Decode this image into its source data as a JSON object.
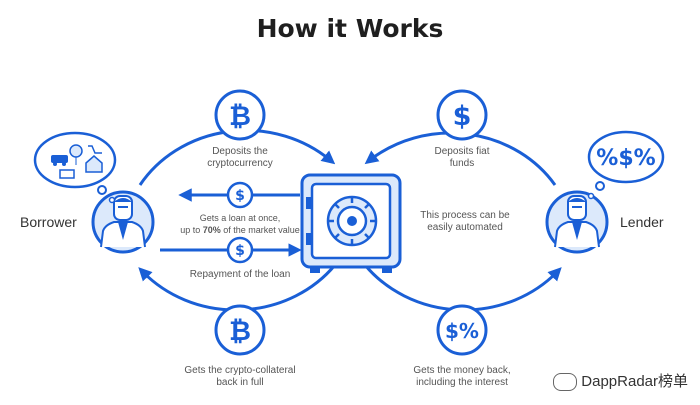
{
  "title": "How it Works",
  "roles": {
    "borrower": "Borrower",
    "lender": "Lender"
  },
  "steps": {
    "deposit_crypto": [
      "Deposits the",
      "cryptocurrency"
    ],
    "deposit_fiat": [
      "Deposits fiat",
      "funds"
    ],
    "loan": {
      "line1": "Gets a loan at once,",
      "line2_pre": "up to ",
      "line2_pct": "70%",
      "line2_post": " of the market value"
    },
    "repayment": "Repayment of the loan",
    "automation": [
      "This process can be",
      "easily automated"
    ],
    "collateral_back": [
      "Gets the crypto-collateral",
      "back in full"
    ],
    "money_back": [
      "Gets the money back,",
      "including the interest"
    ]
  },
  "icons": {
    "bitcoin_symbol": "₿",
    "dollar_symbol": "$",
    "dollar_percent_symbol": "$%",
    "lender_thought": "%$%"
  },
  "watermark": "DappRadar榜单",
  "colors": {
    "accent": "#1a5fd6",
    "light": "#dce9fb",
    "text": "#555555",
    "title": "#1f1f1f"
  }
}
